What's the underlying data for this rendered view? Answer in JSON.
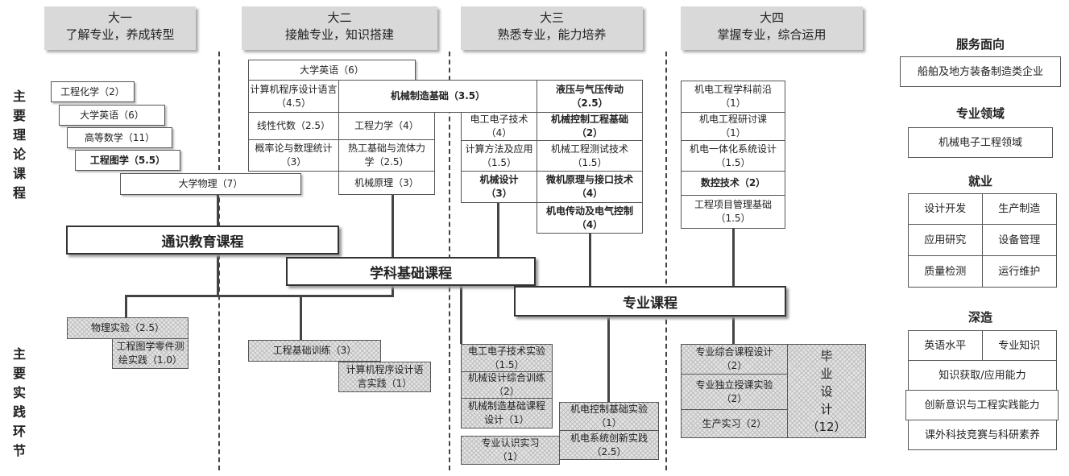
{
  "years": [
    {
      "name": "大一",
      "subtitle": "了解专业，养成转型"
    },
    {
      "name": "大二",
      "subtitle": "接触专业，知识搭建"
    },
    {
      "name": "大三",
      "subtitle": "熟悉专业，能力培养"
    },
    {
      "name": "大四",
      "subtitle": "掌握专业，综合运用"
    }
  ],
  "side_labels": {
    "theory": "主要理论课程",
    "practice": "主要实践环节"
  },
  "categories": {
    "general": "通识教育课程",
    "foundation": "学科基础课程",
    "major": "专业课程"
  },
  "theory": {
    "y1": [
      "工程化学（2）",
      "大学英语（6）",
      "高等数学（11）",
      "工程图学（5.5）",
      "大学物理（7）"
    ],
    "y2": {
      "english": "大学英语（6）",
      "programming": "计算机程序设计语言（4.5）",
      "manufacturing": "机械制造基础（3.5）",
      "linear": "线性代数（2.5）",
      "mechanics": "工程力学（4）",
      "probability": "概率论与数理统计（3）",
      "thermal": "热工基础与流体力学（2.5）",
      "principle": "机械原理（3）"
    },
    "y3": {
      "hydraulic": "液压与气压传动（2.5）",
      "electronics": "电工电子技术（4）",
      "control": "机械控制工程基础（2）",
      "numerical": "计算方法及应用（1.5）",
      "testing": "机械工程测试技术（1.5）",
      "design": "机械设计（3）",
      "micro": "微机原理与接口技术（4）",
      "drive": "机电传动及电气控制（4）"
    },
    "y4": [
      "机电工程学科前沿（1）",
      "机电工程研讨课（1）",
      "机电一体化系统设计（1.5）",
      "数控技术（2）",
      "工程项目管理基础（1.5）"
    ]
  },
  "practice": {
    "p1": "物理实验（2.5）",
    "p2": "工程图学零件测绘实践（1.0）",
    "p3": "工程基础训练（3）",
    "p4": "计算机程序设计语言实践（1）",
    "p5": "电工电子技术实验（1.5）",
    "p6": "机械设计综合训练（2）",
    "p7": "机械制造基础课程设计（1）",
    "p8": "机电控制基础实验（1）",
    "p9": "专业认识实习（1）",
    "p10": "机电系统创新实践（2.5）",
    "p11": "专业综合课程设计（2）",
    "p12": "专业独立授课实验（2）",
    "p13": "生产实习（2）",
    "thesis": [
      "毕",
      "业",
      "设",
      "计",
      "（12）"
    ]
  },
  "right": {
    "service_title": "服务面向",
    "service": "船舶及地方装备制造类企业",
    "field_title": "专业领域",
    "field": "机械电子工程领域",
    "job_title": "就业",
    "jobs": [
      "设计开发",
      "生产制造",
      "应用研究",
      "设备管理",
      "质量检测",
      "运行维护"
    ],
    "further_title": "深造",
    "further_top": [
      "英语水平",
      "专业知识"
    ],
    "further": [
      "知识获取/应用能力",
      "创新意识与工程实践能力",
      "课外科技竞赛与科研素养"
    ]
  }
}
